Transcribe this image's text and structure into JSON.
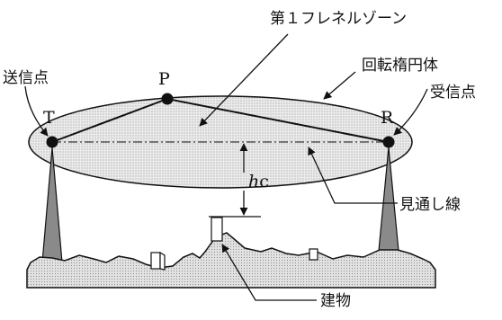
{
  "labels": {
    "fresnel_zone": "第１フレネルゾーン",
    "ellipsoid": "回転楕円体",
    "transmitter": "送信点",
    "receiver": "受信点",
    "line_of_sight": "見通し線",
    "building": "建物",
    "point_t": "T",
    "point_p": "P",
    "point_r": "R",
    "clearance_italic": "h",
    "clearance_sub": "c"
  },
  "colors": {
    "ellipse_fill": "#e6e6e6",
    "stroke": "#111111",
    "tower_fill": "#8a8a8a",
    "ground_fill": "#dedede"
  }
}
